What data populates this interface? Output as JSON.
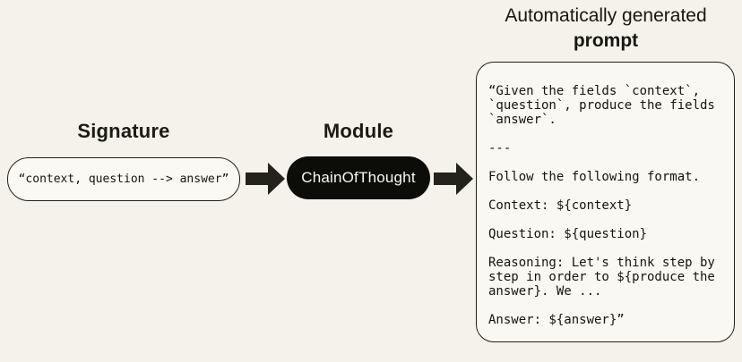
{
  "signature": {
    "heading": "Signature",
    "value": "“context, question --> answer”"
  },
  "module": {
    "heading": "Module",
    "name": "ChainOfThought"
  },
  "prompt": {
    "title_line1": "Automatically generated",
    "title_line2": "prompt",
    "text": "“Given the fields `context`,\n`question`, produce the fields\n`answer`.\n\n---\n\nFollow the following format.\n\nContext: ${context}\n\nQuestion: ${question}\n\nReasoning: Let's think step by\nstep in order to ${produce the\nanswer}. We ...\n\nAnswer: ${answer}”"
  },
  "colors": {
    "background": "#f4f2eb",
    "ink": "#1b1a14",
    "pill": "#0c0c09",
    "box_fill": "#faf8f2"
  }
}
